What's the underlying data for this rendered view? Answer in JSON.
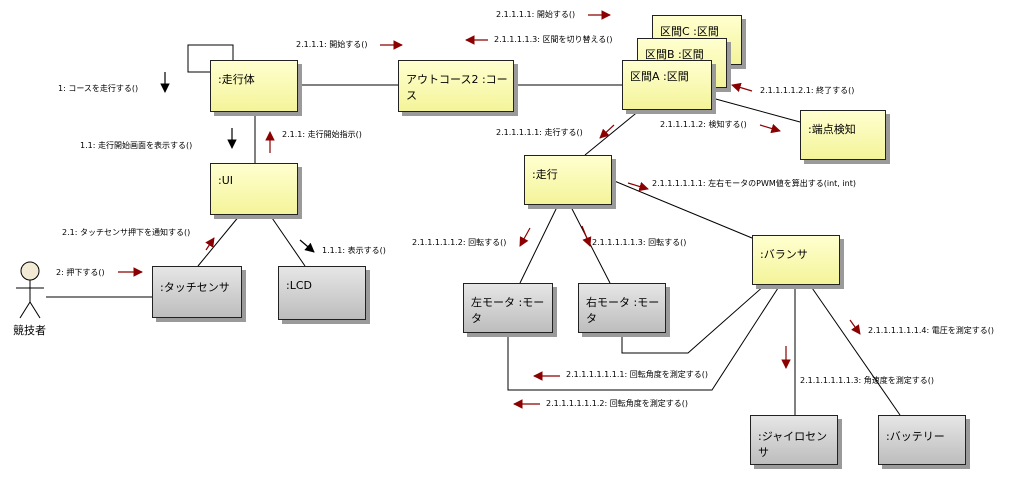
{
  "nodes": {
    "soukoutai": ":走行体",
    "course": "アウトコース2 :コース",
    "section_c": "区間C :区間",
    "section_b": "区間B :区間",
    "section_a": "区間A :区間",
    "tanten": ":端点検知",
    "soukou": ":走行",
    "ui": ":UI",
    "touch": ":タッチセンサ",
    "lcd": ":LCD",
    "left_motor": "左モータ :モータ",
    "right_motor": "右モータ :モータ",
    "balancer": ":バランサ",
    "gyro": ":ジャイロセンサ",
    "battery": ":バッテリー"
  },
  "actor": {
    "label": "競技者"
  },
  "messages": {
    "m1": "1: コースを走行する()",
    "m11": "1.1: 走行開始画面を表示する()",
    "m111": "1.1.1: 表示する()",
    "m2": "2: 押下する()",
    "m21": "2.1: タッチセンサ押下を通知する()",
    "m211": "2.1.1: 走行開始指示()",
    "m2111": "2.1.1.1: 開始する()",
    "m21111": "2.1.1.1.1: 開始する()",
    "m211113": "2.1.1.1.1.3: 区間を切り替える()",
    "m2111121": "2.1.1.1.1.2.1: 終了する()",
    "m211111": "2.1.1.1.1.1: 走行する()",
    "m211112": "2.1.1.1.1.2: 検知する()",
    "m2111111": "2.1.1.1.1.1.1: 左右モータのPWM値を算出する(int, int)",
    "m21111112": "2.1.1.1.1.1.2: 回転する()",
    "m21111113": "2.1.1.1.1.1.3: 回転する()",
    "m211111114": "2.1.1.1.1.1.1.4: 電圧を測定する()",
    "m211111111": "2.1.1.1.1.1.1.1: 回転角度を測定する()",
    "m211111113": "2.1.1.1.1.1.1.3: 角速度を測定する()",
    "m211111112": "2.1.1.1.1.1.1.2: 回転角度を測定する()"
  },
  "colors": {
    "object_fill": "#f6f6a8",
    "device_fill": "#cccccc",
    "arrow": "#8b0000",
    "black_arrow": "#000000",
    "link": "#000000"
  }
}
